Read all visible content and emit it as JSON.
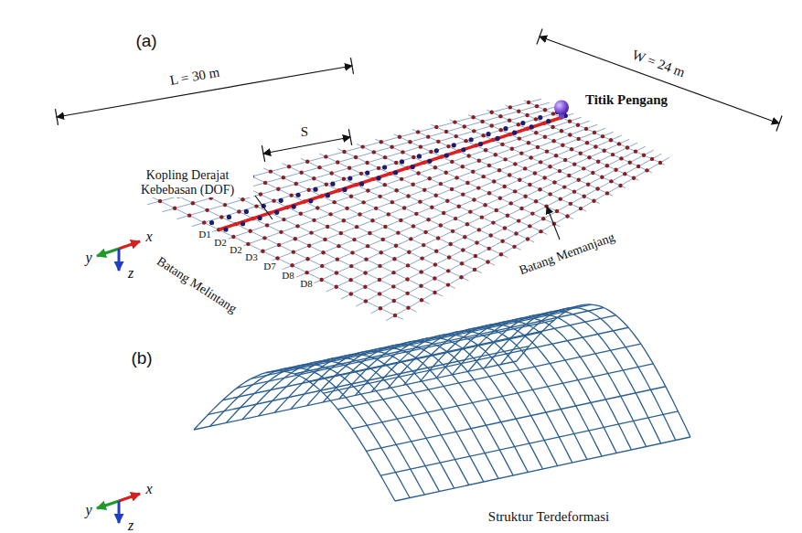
{
  "diagram": {
    "labels": [
      "(a)",
      "L = 30 m",
      "W = 24 m",
      "S",
      "Titik Pengang",
      "Kopling Derajat Kebebasan (DOF)",
      "D1",
      "D2",
      "D2",
      "D3",
      "D7",
      "D8",
      "D8",
      "Batang Memanjang",
      "Batang Melintang",
      "y",
      "x",
      "z",
      "(b)",
      "y",
      "x",
      "z",
      "Struktur Terdeformasi"
    ]
  }
}
